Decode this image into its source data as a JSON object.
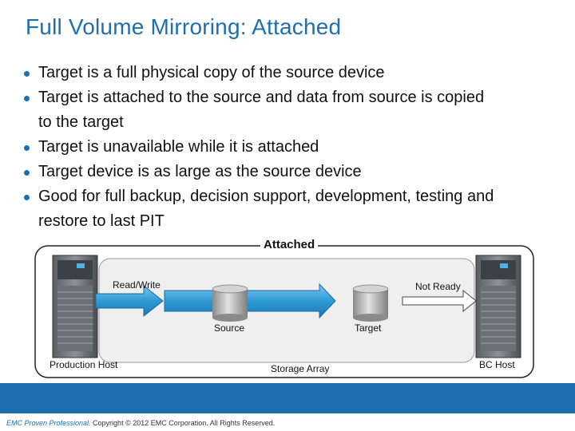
{
  "slide": {
    "title": "Full Volume Mirroring: Attached",
    "bullets": [
      {
        "text": "Target is a full physical copy of the source device",
        "cont": ""
      },
      {
        "text": "Target is attached to the source and data from source is copied",
        "cont": "to the target"
      },
      {
        "text": "Target is unavailable while it is attached",
        "cont": ""
      },
      {
        "text": "Target device is as large as the source device",
        "cont": ""
      },
      {
        "text": "Good for full backup, decision support, development, testing and",
        "cont": "restore to last PIT"
      }
    ]
  },
  "diagram": {
    "group_label": "Attached",
    "read_write_label": "Read/Write",
    "not_ready_label": "Not Ready",
    "source_label": "Source",
    "target_label": "Target",
    "production_host_label": "Production Host",
    "storage_array_label": "Storage Array",
    "bc_host_label": "BC Host"
  },
  "footer": {
    "brand": "EMC Proven Professional.",
    "copyright": " Copyright © 2012 EMC Corporation. All Rights Reserved."
  },
  "colors": {
    "accent": "#1e6fb0",
    "arrow": "#2e9bd6"
  }
}
